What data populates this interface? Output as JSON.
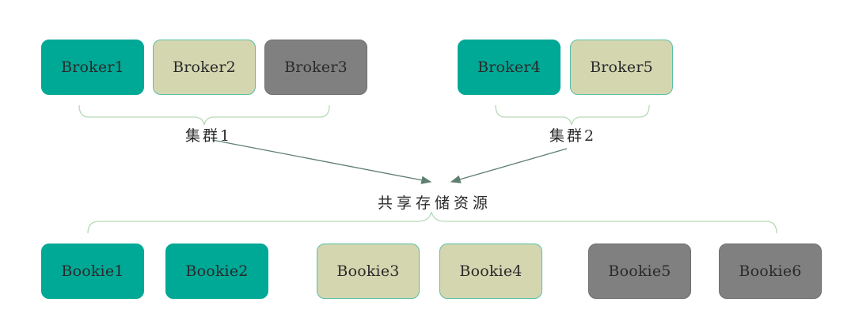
{
  "brokers": [
    "Broker1",
    "Broker2",
    "Broker3",
    "Broker4",
    "Broker5"
  ],
  "bookies": [
    "Bookie1",
    "Bookie2",
    "Bookie3",
    "Bookie4",
    "Bookie5",
    "Bookie6"
  ],
  "cluster1_label": "集群1",
  "cluster2_label": "集群2",
  "shared_storage_label": "共享存储资源",
  "colors": {
    "teal": "#00a896",
    "beige": "#d4d6b0",
    "gray": "#808080",
    "bracket": "#b6d9b8",
    "arrow": "#5f7f6f"
  }
}
